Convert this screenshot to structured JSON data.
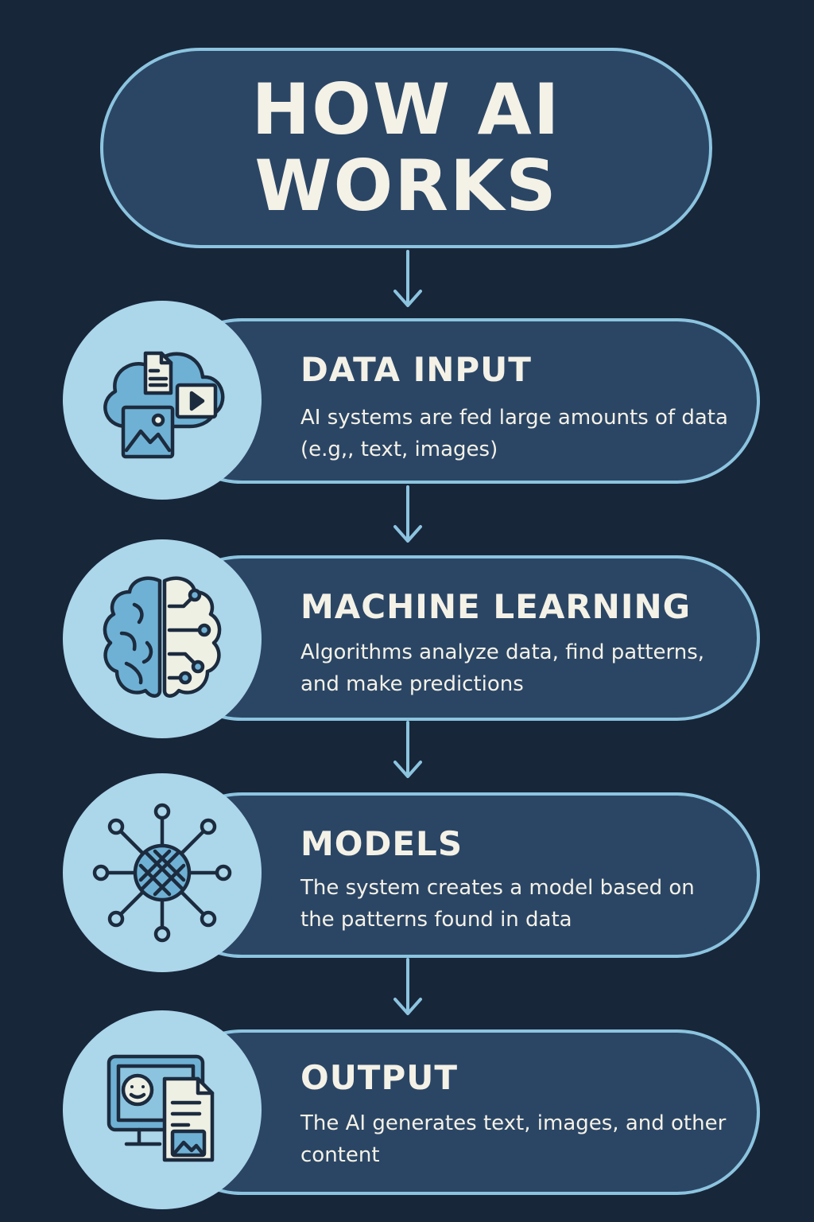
{
  "title": {
    "line1": "HOW AI",
    "line2": "WORKS"
  },
  "steps": [
    {
      "title": "DATA INPUT",
      "description": "AI systems are fed large amounts of data (e.g,, text, images)",
      "icon": "cloud-data-icon"
    },
    {
      "title": "MACHINE LEARNING",
      "description": "Algorithms analyze data, find patterns, and make predictions",
      "icon": "brain-circuit-icon"
    },
    {
      "title": "MODELS",
      "description": "The system creates a model based on the patterns found in data",
      "icon": "network-model-icon"
    },
    {
      "title": "OUTPUT",
      "description": "The AI generates text, images, and other content",
      "icon": "monitor-document-icon"
    }
  ],
  "colors": {
    "background": "#18263a",
    "panel": "#2b4665",
    "accent": "#8cc4df",
    "icon_fill": "#acd6ea",
    "text": "#f4f1e7"
  }
}
